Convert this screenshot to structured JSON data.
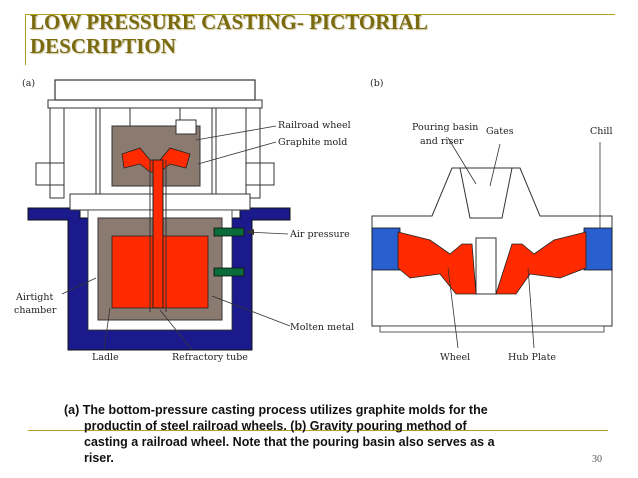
{
  "slide": {
    "title_line1": "LOW PRESSURE CASTING- PICTORIAL",
    "title_line2": "DESCRIPTION",
    "page_number": "30"
  },
  "figure_a": {
    "panel_label": "(a)",
    "labels": {
      "railroad_wheel": "Railroad wheel",
      "graphite_mold": "Graphite mold",
      "air_pressure": "Air pressure",
      "airtight_chamber_1": "Airtight",
      "airtight_chamber_2": "chamber",
      "molten_metal": "Molten metal",
      "ladle": "Ladle",
      "refractory_tube": "Refractory tube"
    }
  },
  "figure_b": {
    "panel_label": "(b)",
    "labels": {
      "pouring_basin_1": "Pouring basin",
      "pouring_basin_2": "and riser",
      "gates": "Gates",
      "chill": "Chill",
      "wheel": "Wheel",
      "hub_plate": "Hub Plate"
    }
  },
  "caption": {
    "line1": "(a) The bottom-pressure casting process utilizes graphite molds for the",
    "line2": "productin of steel railroad wheels. (b) Gravity pouring method of",
    "line3": "casting a railroad wheel. Note that the pouring basin also serves as a",
    "line4": "riser."
  },
  "colors": {
    "title": "#7a6a10",
    "rule": "#b8a11a",
    "molten": "#ff2a00",
    "chamber": "#1a1a8c",
    "mold": "#8a7a70",
    "chill": "#2a5fd0"
  }
}
